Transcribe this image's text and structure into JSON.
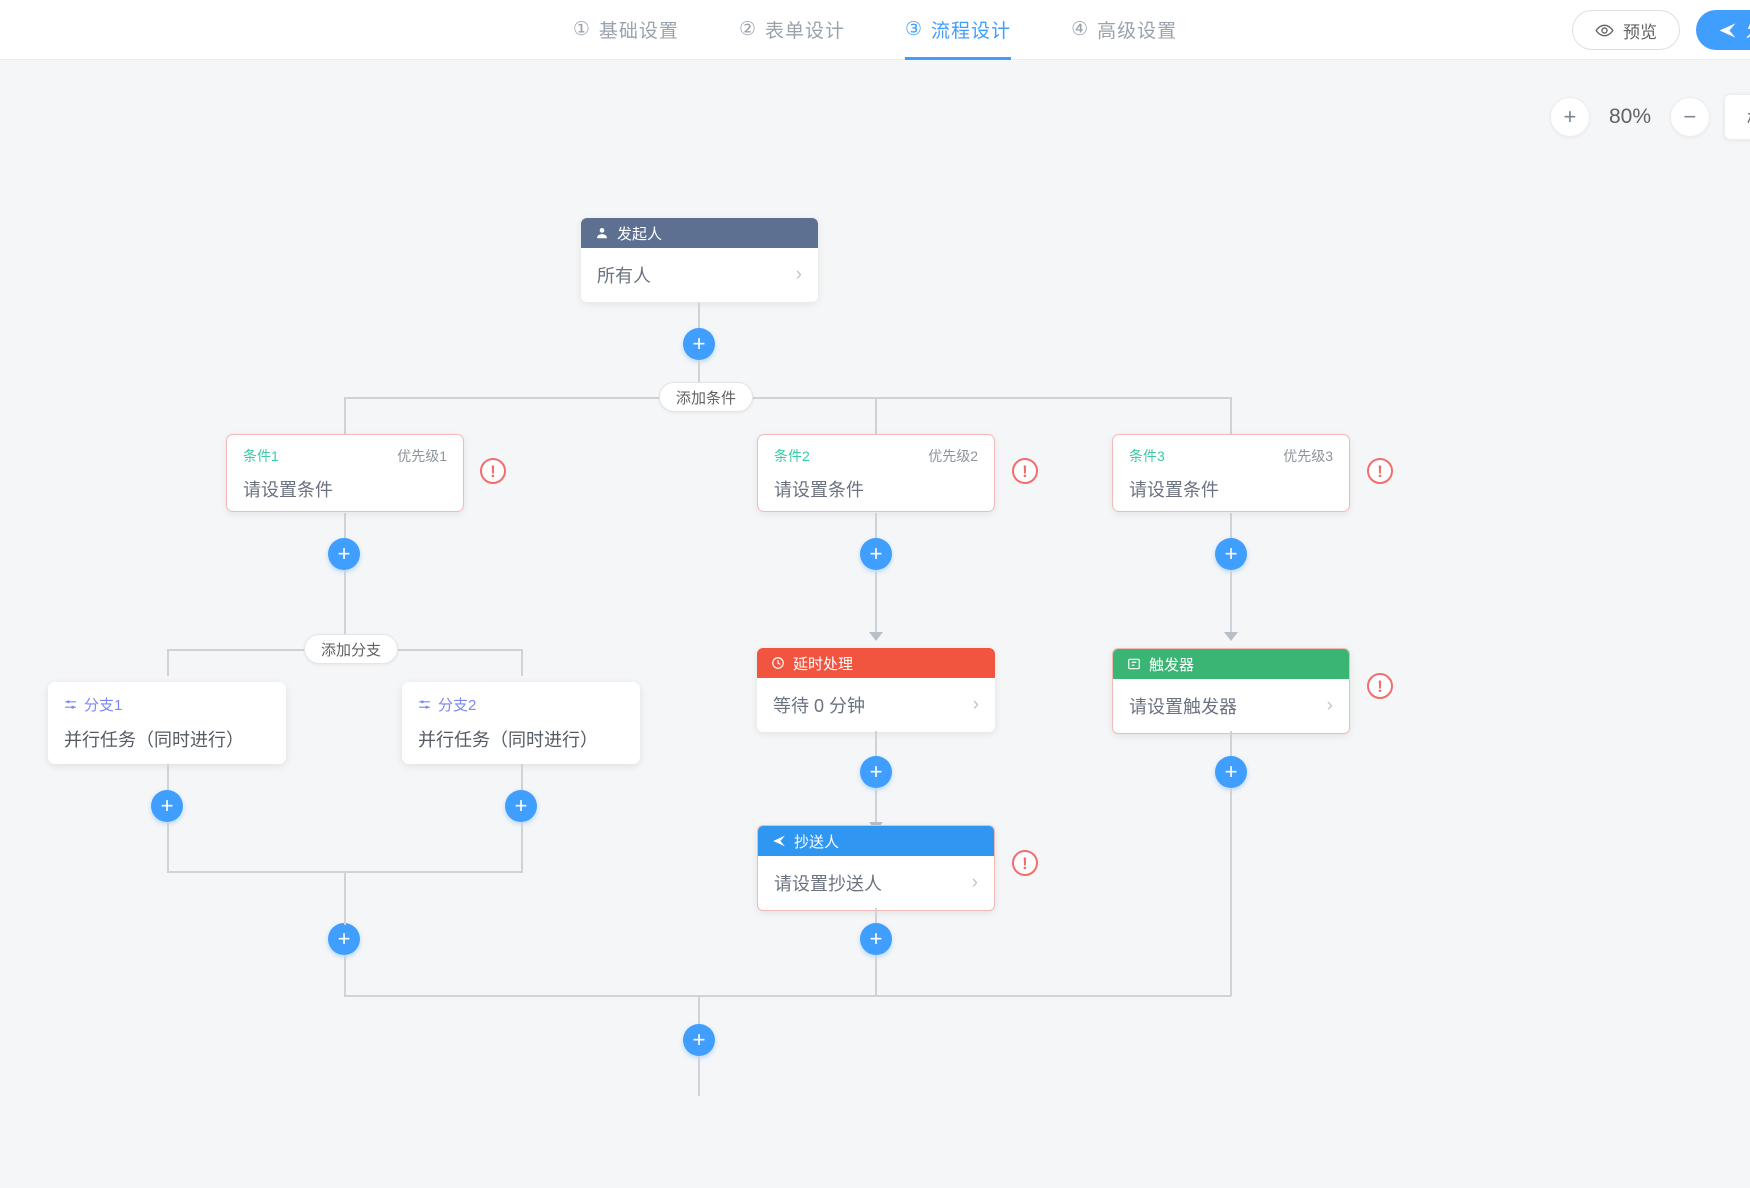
{
  "header": {
    "tabs": [
      {
        "num": "①",
        "label": "基础设置",
        "active": false
      },
      {
        "num": "②",
        "label": "表单设计",
        "active": false
      },
      {
        "num": "③",
        "label": "流程设计",
        "active": true
      },
      {
        "num": "④",
        "label": "高级设置",
        "active": false
      }
    ],
    "preview_label": "预览",
    "publish_label": "发布",
    "preview_icon": "eye-icon",
    "publish_icon": "send-icon"
  },
  "toolbar": {
    "zoom_in_label": "+",
    "zoom_out_label": "−",
    "zoom_level": "80%",
    "validate_label": "校验流程"
  },
  "flow": {
    "initiator": {
      "title": "发起人",
      "icon": "user-icon",
      "value": "所有人",
      "chevron": "›",
      "header_color": "#5d7092"
    },
    "add_condition_label": "添加条件",
    "add_branch_label": "添加分支",
    "conditions": [
      {
        "name": "条件1",
        "priority": "优先级1",
        "body": "请设置条件",
        "error": "!"
      },
      {
        "name": "条件2",
        "priority": "优先级2",
        "body": "请设置条件",
        "error": "!"
      },
      {
        "name": "条件3",
        "priority": "优先级3",
        "body": "请设置条件",
        "error": "!"
      }
    ],
    "branches": [
      {
        "name": "分支1",
        "icon": "sliders-icon",
        "body": "并行任务（同时进行）"
      },
      {
        "name": "分支2",
        "icon": "sliders-icon",
        "body": "并行任务（同时进行）"
      }
    ],
    "delay": {
      "title": "延时处理",
      "icon": "clock-icon",
      "value": "等待 0 分钟",
      "chevron": "›",
      "header_color": "#f1543f"
    },
    "trigger": {
      "title": "触发器",
      "icon": "trigger-icon",
      "value": "请设置触发器",
      "chevron": "›",
      "header_color": "#3bb573",
      "error": "!"
    },
    "cc": {
      "title": "抄送人",
      "icon": "send-icon",
      "value": "请设置抄送人",
      "chevron": "›",
      "header_color": "#2f96f1",
      "error": "!"
    },
    "plus_label": "+"
  },
  "colors": {
    "accent": "#409eff",
    "error": "#f56c6c",
    "condition_name": "#3ec9a7",
    "branch_name": "#7b86f7",
    "canvas_bg": "#f5f6f7",
    "line": "#cfd3d8"
  }
}
